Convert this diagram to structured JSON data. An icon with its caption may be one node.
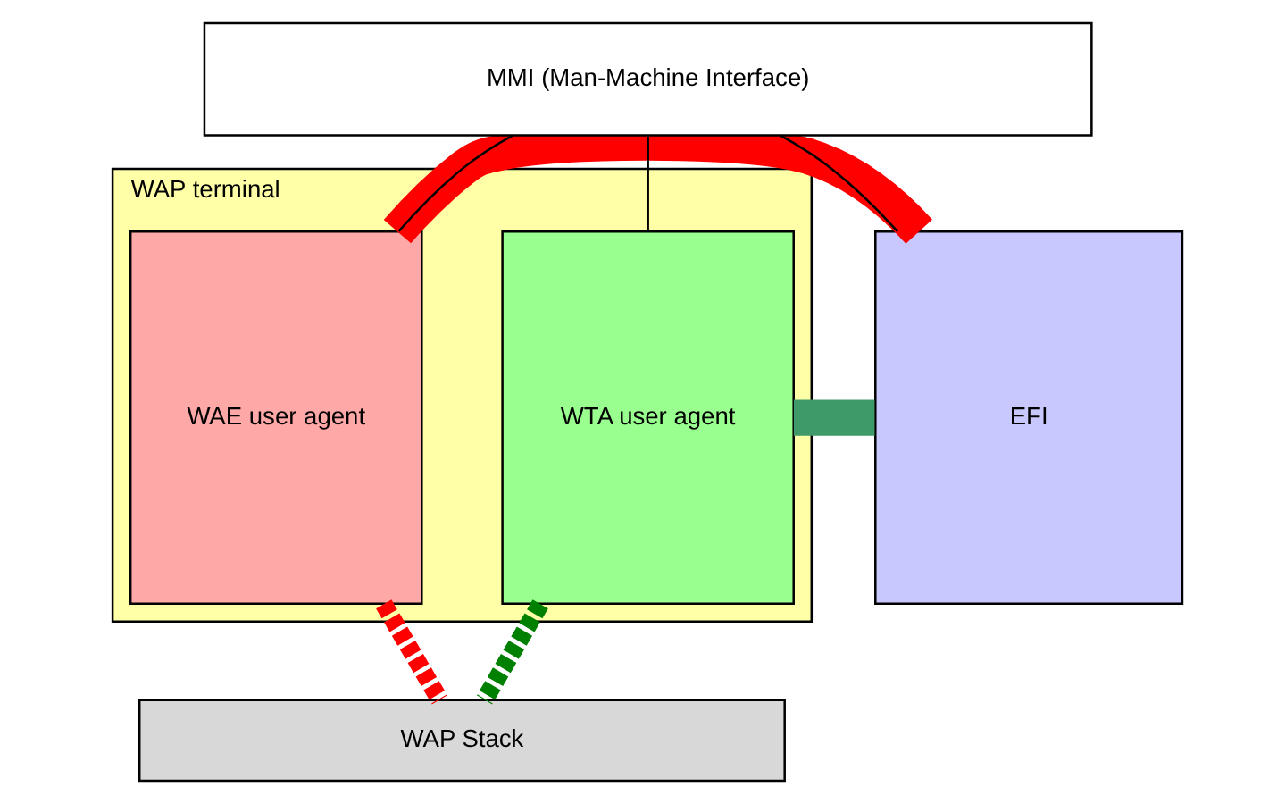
{
  "diagram": {
    "nodes": [
      {
        "text": [
          "WAP terminal"
        ]
      },
      {
        "text": [
          "MMI (Man-Machine Interface)"
        ]
      },
      {
        "text": [
          "WTA user agent"
        ],
        "in": 0
      },
      {
        "text": [
          "WAE user agent"
        ],
        "in": 0
      },
      {
        "text": [
          "EFI"
        ]
      },
      {
        "text": [
          "WAP Stack"
        ]
      }
    ],
    "edges": [
      {
        "from": 1,
        "to": 2,
        "arrow": "none"
      },
      {
        "from": 1,
        "to": 3,
        "arrow": "none"
      },
      {
        "from": 1,
        "to": 4,
        "arrow": "none"
      },
      {
        "from": 3,
        "to": 4,
        "arrow": "none",
        "style": "thick",
        "color": "#ff0000"
      },
      {
        "from": 2,
        "to": 4,
        "arrow": "none",
        "style": "thick",
        "color": "#3f9a6a"
      },
      {
        "from": 2,
        "to": 5,
        "arrow": "none",
        "style": "dashed",
        "color": "#008000"
      },
      {
        "from": 3,
        "to": 5,
        "arrow": "none",
        "style": "dashed",
        "color": "#ff0000"
      }
    ]
  }
}
